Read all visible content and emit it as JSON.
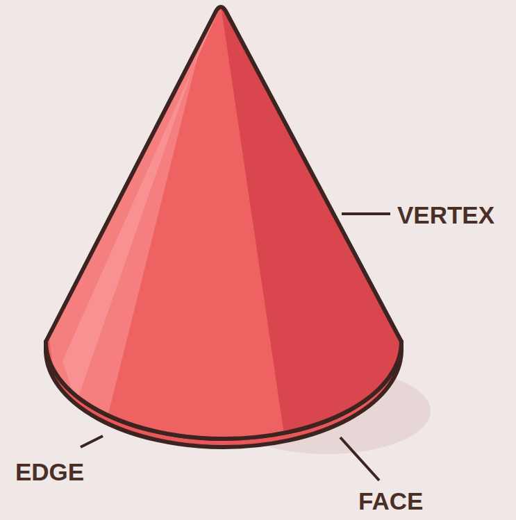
{
  "diagram": {
    "labels": [
      "VERTEX",
      "EDGE",
      "FACE"
    ]
  }
}
